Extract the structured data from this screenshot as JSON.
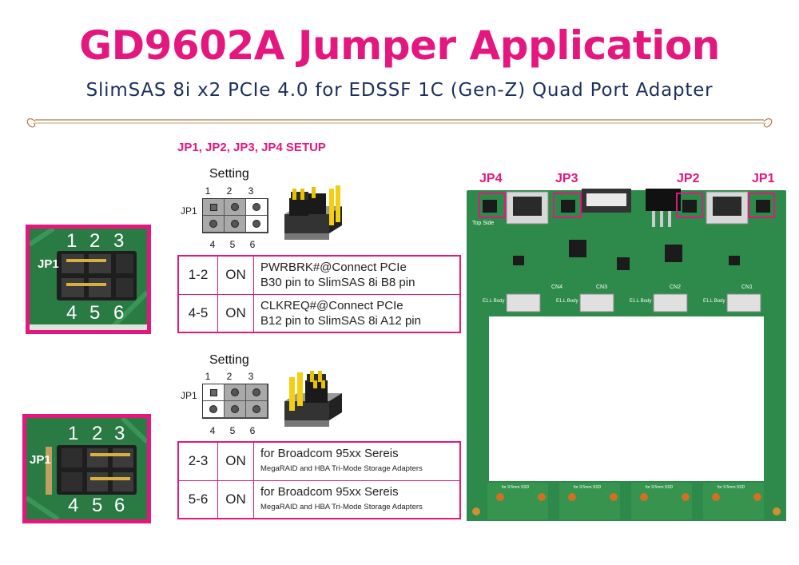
{
  "header": {
    "title": "GD9602A Jumper Application",
    "subtitle": "SlimSAS 8i x2 PCIe 4.0  for EDSSF 1C (Gen-Z) Quad Port Adapter"
  },
  "setup_heading": "JP1, JP2, JP3, JP4 SETUP",
  "colors": {
    "accent": "#e4177e",
    "subtitle": "#1c2f5e",
    "pcb": "#2d8a4a"
  },
  "config1": {
    "setting_label": "Setting",
    "jumper_label": "JP1",
    "pins_top": [
      "1",
      "2",
      "3"
    ],
    "pins_bottom": [
      "4",
      "5",
      "6"
    ],
    "rows": [
      {
        "pins": "1-2",
        "state": "ON",
        "line1": "PWRBRK#@Connect PCIe",
        "line2": "B30 pin to SlimSAS 8i B8 pin"
      },
      {
        "pins": "4-5",
        "state": "ON",
        "line1": "CLKREQ#@Connect PCIe",
        "line2": "B12 pin to SlimSAS 8i A12 pin"
      }
    ]
  },
  "config2": {
    "setting_label": "Setting",
    "jumper_label": "JP1",
    "pins_top": [
      "1",
      "2",
      "3"
    ],
    "pins_bottom": [
      "4",
      "5",
      "6"
    ],
    "rows": [
      {
        "pins": "2-3",
        "state": "ON",
        "line1": "for Broadcom 95xx Sereis",
        "line2": "MegaRAID and HBA Tri-Mode Storage Adapters"
      },
      {
        "pins": "5-6",
        "state": "ON",
        "line1": "for Broadcom 95xx Sereis",
        "line2": "MegaRAID and HBA Tri-Mode Storage Adapters"
      }
    ]
  },
  "photo1": {
    "label": "JP1",
    "top": [
      "1",
      "2",
      "3"
    ],
    "bottom": [
      "4",
      "5",
      "6"
    ]
  },
  "photo2": {
    "label": "JP1",
    "top": [
      "1",
      "2",
      "3"
    ],
    "bottom": [
      "4",
      "5",
      "6"
    ]
  },
  "board": {
    "jumpers": [
      "JP4",
      "JP3",
      "JP2",
      "JP1"
    ],
    "top_side": "Top Side",
    "connectors": [
      "CN4",
      "CN3",
      "CN2",
      "CN1"
    ],
    "slot_labels": [
      "E1.L Body",
      "E1.L Body",
      "E1.L Body",
      "E1.L Body"
    ],
    "ssd_labels": [
      "for 9.5mm SSD",
      "for 9.5mm SSD",
      "for 9.5mm SSD",
      "for 9.5mm SSD"
    ]
  }
}
